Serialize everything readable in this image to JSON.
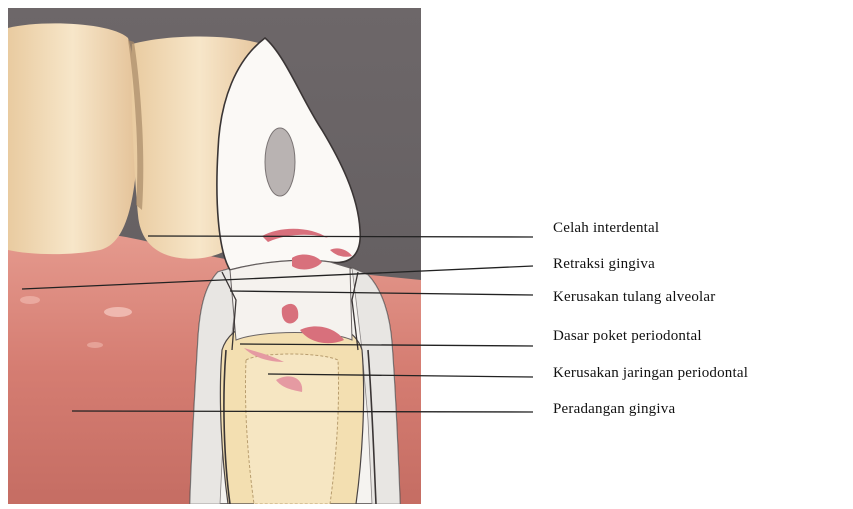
{
  "figure": {
    "labels": [
      "Celah interdental",
      "Retraksi gingiva",
      "Kerusakan tulang alveolar",
      "Dasar poket periodontal",
      "Kerusakan jaringan periodontal",
      "Peradangan gingiva"
    ],
    "colors": {
      "backdrop": "#6f6a6c",
      "gum": "#d9847a",
      "enamel": "#fbf9f6",
      "dentin": "#f3dfb1",
      "lesion": "#d8707c",
      "leader_line": "#222222"
    }
  }
}
